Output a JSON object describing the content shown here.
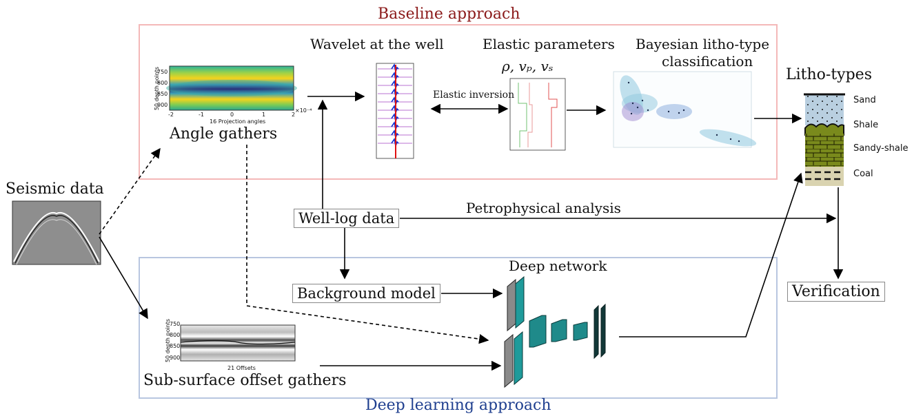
{
  "baseline": {
    "title": "Baseline approach",
    "angle_gathers": "Angle gathers",
    "angle_plot": {
      "ylabel": "50 depth points",
      "xlabel": "16 Projection angles",
      "exp": "×10⁻⁴",
      "yticks": [
        "750",
        "800",
        "850",
        "900"
      ],
      "xticks": [
        "-2",
        "-1",
        "0",
        "1",
        "2"
      ]
    },
    "wavelet_title": "Wavelet at the well",
    "elastic_title": "Elastic parameters",
    "elastic_symbols": "ρ, vₚ, vₛ",
    "elastic_inversion": "Elastic inversion",
    "bayes_title_1": "Bayesian litho-type",
    "bayes_title_2": "classification"
  },
  "seismic": {
    "title": "Seismic data"
  },
  "welllog": {
    "label": "Well-log data",
    "petro": "Petrophysical analysis"
  },
  "background": {
    "label": "Background model"
  },
  "deep": {
    "title": "Deep learning approach",
    "network": "Deep network",
    "offset_gathers": "Sub-surface offset gathers",
    "offset_plot": {
      "ylabel": "50 depth points",
      "xlabel": "21 Offsets",
      "yticks": [
        "750",
        "800",
        "850",
        "900"
      ]
    }
  },
  "litho": {
    "title": "Litho-types",
    "types": [
      "Sand",
      "Shale",
      "Sandy-shale",
      "Coal"
    ]
  },
  "verification": {
    "label": "Verification"
  },
  "colors": {
    "baseline_box": "#f4b8b8",
    "deep_box": "#b8c6e0",
    "teal": "#1f9b9b",
    "dark_teal": "#123838"
  }
}
